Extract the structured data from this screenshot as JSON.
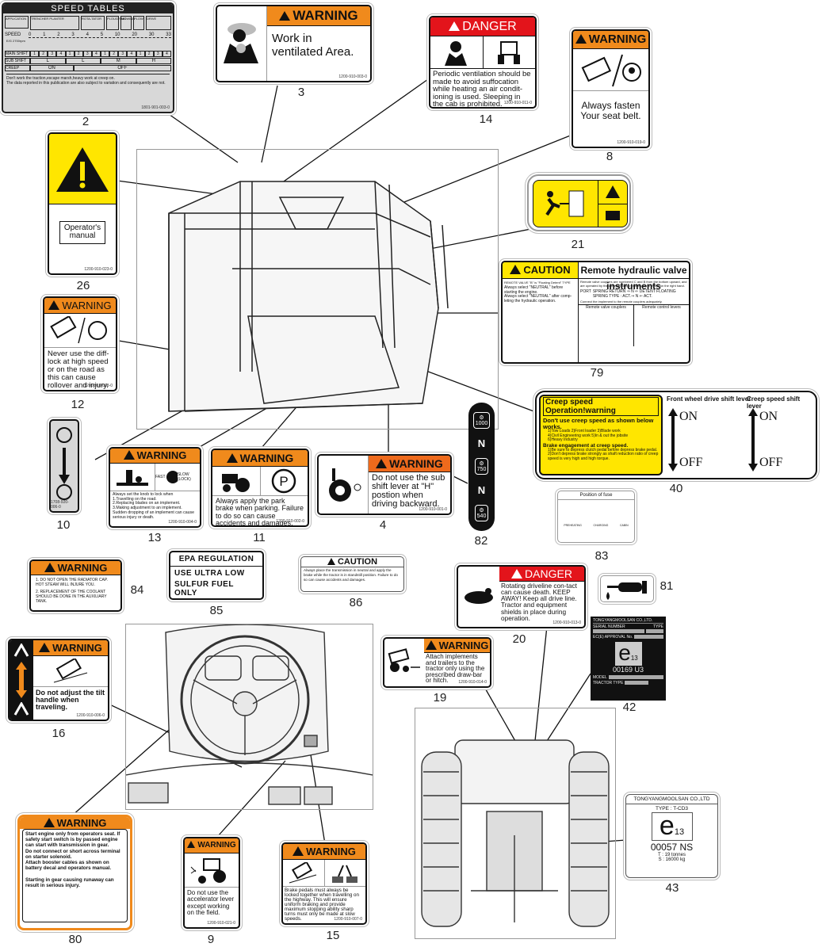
{
  "decals": {
    "d2": {
      "number": "2",
      "title": "SPEED TABLES",
      "rows": [
        "APPLICATION",
        "SPEED",
        "MAIN SHIFT",
        "SUB SHIFT",
        "CREEP"
      ],
      "applications": [
        "TRENCHER PLANTER",
        "ROTA-TATOR",
        "PLOUGHING",
        "MOWING",
        "PLOW",
        "DRIVE"
      ],
      "speed_ticks": [
        "0",
        "1",
        "2",
        "3",
        "4",
        "5",
        "10",
        "20",
        "30",
        "33"
      ],
      "rpm": "E/G 2700rpm",
      "main_shift": [
        "1",
        "2",
        "3",
        "4",
        "1",
        "2",
        "3",
        "4",
        "1",
        "2",
        "3",
        "4",
        "1",
        "2",
        "3",
        "4"
      ],
      "sub_shift": [
        "L",
        "L",
        "M",
        "H"
      ],
      "creep": [
        "ON",
        "OFF"
      ],
      "notes": [
        "Don't work the traction,escape marsh,heavy work at creep on.",
        "The data reported in this publication are also subject to variation and consequently are not."
      ],
      "code": "1801-901-003-0"
    },
    "d3": {
      "number": "3",
      "header": "WARNING",
      "text": "Work in ventilated Area.",
      "code": "1200-910-003-0"
    },
    "d14": {
      "number": "14",
      "header": "DANGER",
      "text": "Periodic ventilation should be made to avoid suffocation while heating an air condit-ioning is used. Sleeping in the cab is prohibited.",
      "code": "1200-910-011-0"
    },
    "d8": {
      "number": "8",
      "header": "WARNING",
      "text": "Always fasten Your seat belt.",
      "code": "1200-910-019-0"
    },
    "d26": {
      "number": "26",
      "book_text": "Operator's manual",
      "code": "1200-910-023-0"
    },
    "d21": {
      "number": "21"
    },
    "d79": {
      "number": "79",
      "header": "CAUTION",
      "title": "Remote hydraulic valve instruments",
      "left_title": "REMOTE VALVE \"B\" is \"Floating Detent\" TYPE",
      "left_items": [
        "Always select \"NEUTRAL\" before starting the engine.",
        "Always select \"NEUTRAL\" after comp-leting the hydraulic operation."
      ],
      "right_items": [
        "Remote valve couplers are numbered C and B from the bottom upward, and are operated by the corresponding remote control levers on the right hand.",
        "Connect the implement to the remote couplers adequately."
      ],
      "port_label": "PORT",
      "port_a": "SPRING RETURN ⇒ N ⇐ DETENT FLOATING",
      "port_b": "SPRING TYPE : ACT.⇒ N ⇐ ACT.",
      "sub_left": "Remote valve couplers",
      "sub_right": "Remote control levers"
    },
    "d12": {
      "number": "12",
      "header": "WARNING",
      "text": "Never use the diff-lock at high speed or on the road as this can cause rollover and injury.",
      "code": "1200-910-008-0"
    },
    "d40": {
      "number": "40",
      "header": "Creep speed Operation!warning",
      "items": [
        {
          "title": "Don't use creep speed as shown below works.",
          "lines": [
            "1)Tow Loads  2)Front loader  3)Blade work",
            "4)Civil Engineering work  5)In & out the jobsite",
            "6)Heavy Industry"
          ]
        },
        {
          "title": "Brake engagement at creep speed.",
          "lines": [
            "1)Be sure to depress clutch pedal before depress brake pedal.",
            "2)Don't depress brake strongly as shaft reduction ratio of creep speed is very high and high torque."
          ]
        }
      ],
      "lever1_title": "Front wheel drive shift lever",
      "lever2_title": "Creep speed shift lever",
      "on": "ON",
      "off": "OFF"
    },
    "d10": {
      "number": "10",
      "code": "1708-920-006-0"
    },
    "d13": {
      "number": "13",
      "header": "WARNING",
      "fast": "FAST",
      "slow": "SLOW (LOCK)",
      "lines": [
        "Always set the knob to lock when",
        "1.Travelling on the road.",
        "2.Replacing blades on an implement.",
        "3.Making adjustment to an implement.",
        "Sudden dropping of an implement can cause serious injury or death."
      ],
      "code": "1200-910-004-0"
    },
    "d11": {
      "number": "11",
      "header": "WARNING",
      "text": "Always apply the park brake when parking. Failure to do so can cause accidents and damages.",
      "code": "1200-910-002-0"
    },
    "d4": {
      "number": "4",
      "header": "WARNING",
      "text": "Do not use the sub shift lever at \"H\" postion when driving backward.",
      "code": "1200-910-001-0"
    },
    "d82": {
      "number": "82",
      "values": [
        "1000",
        "N",
        "750",
        "N",
        "540"
      ]
    },
    "d83": {
      "number": "83",
      "title": "Position of fuse",
      "labels": [
        "PREHEATING",
        "CHARGING",
        "CABIN"
      ]
    },
    "d84": {
      "number": "84",
      "header": "WARNING",
      "items": [
        "1. DO NOT OPEN THE RADIATOR CAP. HOT STEAM WILL INJURE YOU.",
        "2. REPLACEMENT OF THE COOLANT SHOULD BE DONE IN THE AUXILIARY TANK."
      ]
    },
    "d85": {
      "number": "85",
      "header": "EPA REGULATION",
      "line1": "USE ULTRA LOW",
      "line2": "SULFUR FUEL ONLY"
    },
    "d86": {
      "number": "86",
      "header": "CAUTION",
      "text": "Always place the transmission in neutral and apply the brake while the tractor is in standstill position. Failure to do so can cause accidents and damages."
    },
    "d20": {
      "number": "20",
      "header": "DANGER",
      "text": "Rotating driveline con-tact can cause death. KEEP AWAY! Keep all drive line. Tractor and equipment shields in place during operation.",
      "code": "1200-910-013-0"
    },
    "d81": {
      "number": "81"
    },
    "d42": {
      "number": "42",
      "company": "TONGYANGMOOLSAN CO.,LTD.",
      "serial_label": "SERIAL NUMBER",
      "type_label": "TYPE",
      "approval_label": "EC(E) APPROVAL No.",
      "mark": "e",
      "mark_sub": "13",
      "approval": "00169 U3",
      "model_label": "MODEL",
      "tractor_type_label": "TRACTOR TYPE"
    },
    "d19": {
      "number": "19",
      "header": "WARNING",
      "text": "Attach implements and trailers to the tractor only using the prescribed draw-bar or hitch.",
      "code": "1200-910-014-0"
    },
    "d16": {
      "number": "16",
      "header": "WARNING",
      "text": "Do not adjust the tilt handle when traveling.",
      "code": "1200-910-006-0"
    },
    "d80": {
      "number": "80",
      "header": "WARNING",
      "items": [
        "Start engine only from operators seat. If safety start switch is by passed engine can start with transmission in gear.",
        "Do not connect or short across terminal on starter solenoid.",
        "Attach booster cables as shown on battery decal and operators manual."
      ],
      "footer": "Starting in gear causing runaway can result in serious injury."
    },
    "d9": {
      "number": "9",
      "header": "WARNING",
      "text": "Do not use the accelerator lever except working on the field.",
      "code": "1200-910-021-0"
    },
    "d15": {
      "number": "15",
      "header": "WARNING",
      "text": "Brake pedals must always be locked together when travelling on the highway. This will ensure uniform braking and provide maximum stopping ability sharp turns must only be made at slow speeds.",
      "code": "1200-910-007-0"
    },
    "d43": {
      "number": "43",
      "company": "TONGYANGMOOLSAN CO.,LTD",
      "type": "TYPE : T-CD3",
      "mark": "e",
      "mark_sub": "13",
      "approval": "00057 NS",
      "t": "T : 19 tonnes",
      "s": "S : 16000 kg"
    }
  },
  "colors": {
    "warning": "#f08a1c",
    "danger": "#e3141b",
    "caution": "#ffe600"
  }
}
